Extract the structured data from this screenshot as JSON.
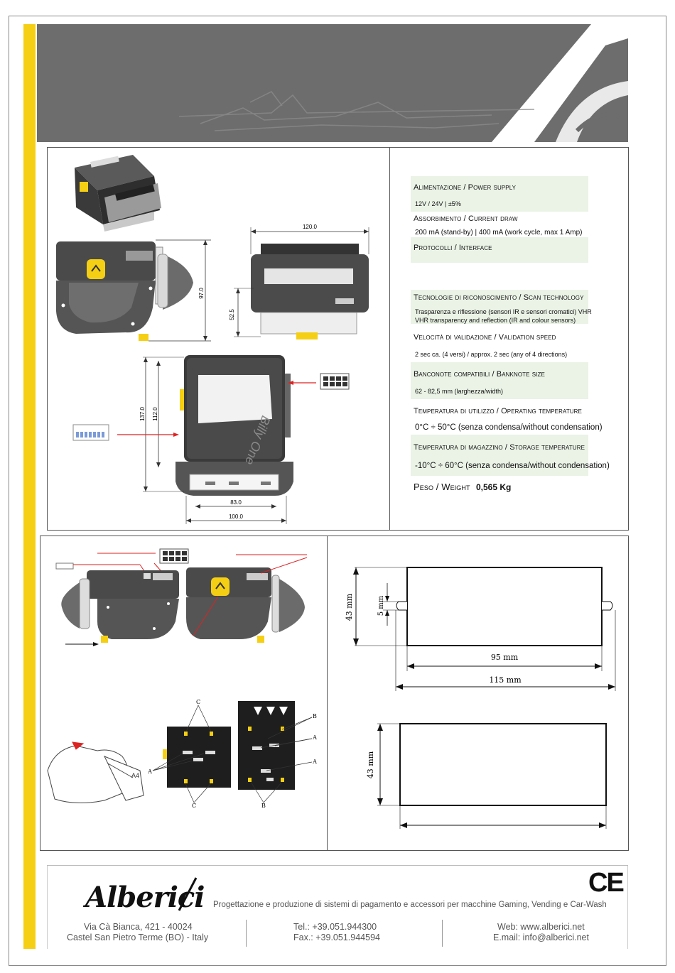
{
  "specs": {
    "power_label": "Alimentazione / Power supply",
    "power_value": "12V / 24V | ±5%",
    "current_label": "Assorbimento / Current draw",
    "current_value": "200 mA (stand-by) | 400 mA (work cycle, max 1 Amp)",
    "protocol_label": "Protocolli / Interface",
    "scan_label": "Tecnologie di riconoscimento / Scan technology",
    "scan_value_1": "Trasparenza e riflessione (sensori IR e sensori cromatici) VHR",
    "scan_value_2": "VHR transparency and reflection (IR and colour sensors)",
    "speed_label": "Velocità di validazione / Validation speed",
    "speed_value": "2 sec ca. (4 versi) / approx. 2 sec (any of 4 directions)",
    "banknote_label": "Banconote compatibili / Banknote size",
    "banknote_value": "62 - 82,5 mm (larghezza/width)",
    "optemp_label": "Temperatura di utilizzo / Operating temperature",
    "optemp_value": "0°C ÷ 50°C (senza condensa/without condensation)",
    "sttemp_label": "Temperatura di magazzino / Storage temperature",
    "sttemp_value": "-10°C ÷ 60°C (senza condensa/without condensation)",
    "weight_label": "Peso / Weight",
    "weight_value": "0,565 Kg"
  },
  "drawing_dims": {
    "width_top": "120.0",
    "height_side": "97.0",
    "height_front": "52.5",
    "height_outer": "137.0",
    "height_inner": "112.0",
    "width_inner": "83.0",
    "width_outer": "100.0",
    "brand": "BILLYONE",
    "brand_script": "Billy One"
  },
  "cutout": {
    "height1": "43 mm",
    "slot": "5 mm",
    "inner_width": "95 mm",
    "outer_width": "115 mm",
    "height2": "43 mm"
  },
  "connector_labels": {
    "a": "A",
    "b": "B",
    "c": "C"
  },
  "footer": {
    "company": "Alberici",
    "tagline": "Progettazione e produzione di sistemi di pagamento e accessori per macchine Gaming, Vending e Car-Wash",
    "address1": "Via Cà Bianca, 421 - 40024",
    "address2": "Castel San Pietro Terme (BO) - Italy",
    "tel": "Tel.: +39.051.944300",
    "fax": "Fax.: +39.051.944594",
    "web": "Web: www.alberici.net",
    "email": "E.mail: info@alberici.net",
    "ce": "CE"
  },
  "colors": {
    "accent_yellow": "#f5cf14",
    "banner_gray": "#6d6d6d",
    "spec_shade": "#eaf3e6"
  }
}
